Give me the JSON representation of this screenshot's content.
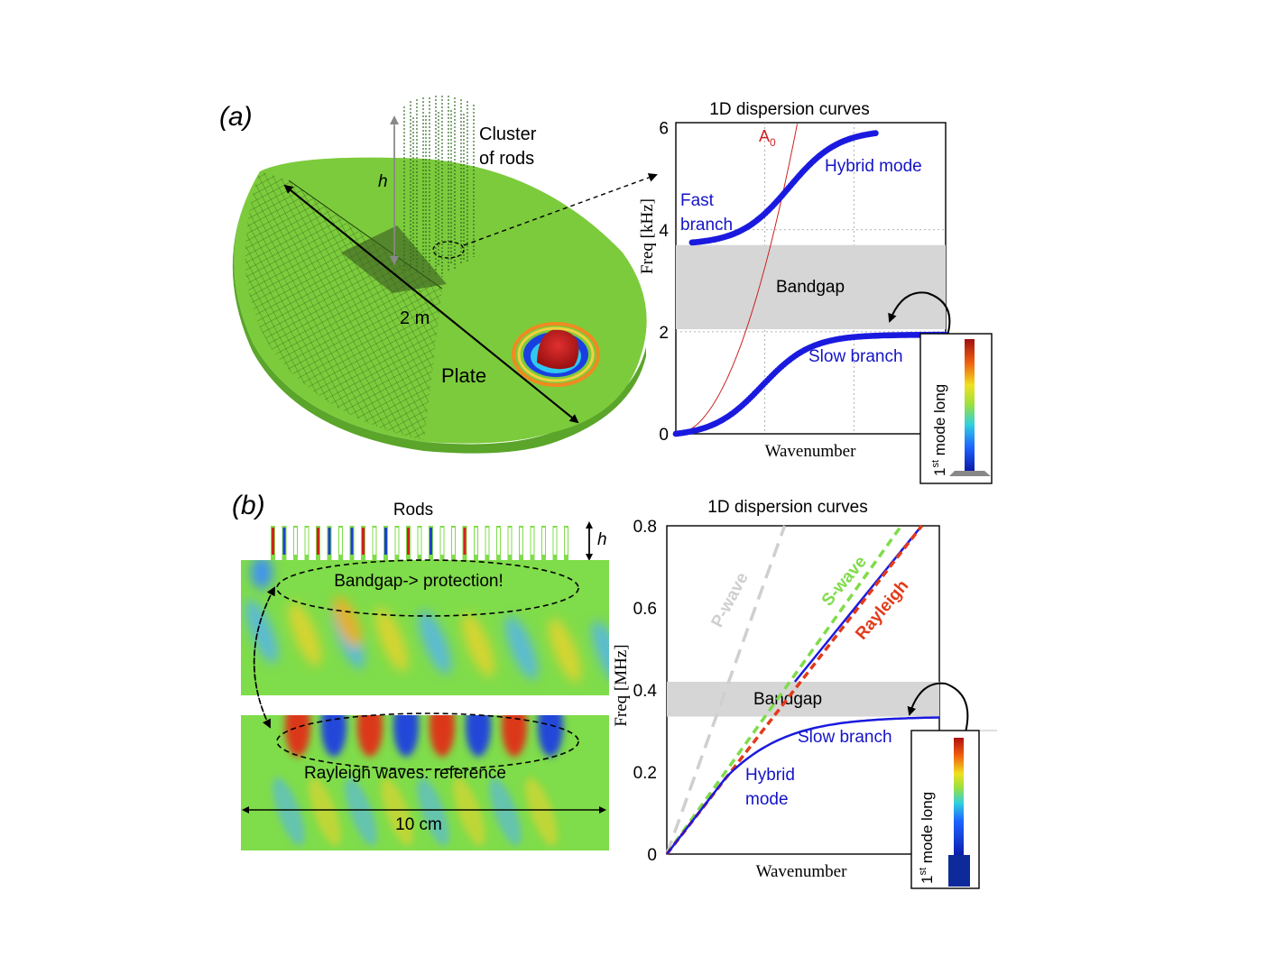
{
  "panel_a": {
    "label": "(a)",
    "rods_label_line1": "Cluster",
    "rods_label_line2": "of rods",
    "height_symbol": "h",
    "length_label": "2 m",
    "plate_label": "Plate",
    "chart": {
      "title": "1D dispersion curves",
      "ylabel": "Freq [kHz]",
      "xlabel": "Wavenumber",
      "yticks": [
        "0",
        "2",
        "4",
        "6"
      ],
      "bandgap_label": "Bandgap",
      "a0_label": "A",
      "a0_sub": "0",
      "hybrid_label": "Hybrid mode",
      "fast_label_line1": "Fast",
      "fast_label_line2": "branch",
      "slow_label": "Slow branch",
      "inset_label_pre": "1",
      "inset_label_sup": "st",
      "inset_label_post": " mode long"
    }
  },
  "panel_b": {
    "label": "(b)",
    "rods_label": "Rods",
    "height_symbol": "h",
    "bandgap_note": "Bandgap-> protection!",
    "rayleigh_note": "Rayleigh waves: reference",
    "width_label": "10 cm",
    "chart": {
      "title": "1D dispersion curves",
      "ylabel": "Freq [MHz]",
      "xlabel": "Wavenumber",
      "yticks": [
        "0",
        "0.2",
        "0.4",
        "0.6",
        "0.8"
      ],
      "bandgap_label": "Bandgap",
      "pwave_label": "P-wave",
      "swave_label": "S-wave",
      "rayleigh_label": "Rayleigh",
      "slow_label": "Slow branch",
      "hybrid_label_line1": "Hybrid",
      "hybrid_label_line2": "mode",
      "inset_label_pre": "1",
      "inset_label_sup": "st",
      "inset_label_post": " mode long"
    }
  },
  "colors": {
    "plate_green": "#7ccb3c",
    "branch_blue": "#1a1adf",
    "a0_red": "#cc2222",
    "bandgap_gray": "#d6d6d6",
    "pwave_gray": "#cfcfcf",
    "swave_green": "#7fdc4a",
    "rayleigh_red": "#e23a1a",
    "annotation_blue": "#1414c8"
  }
}
